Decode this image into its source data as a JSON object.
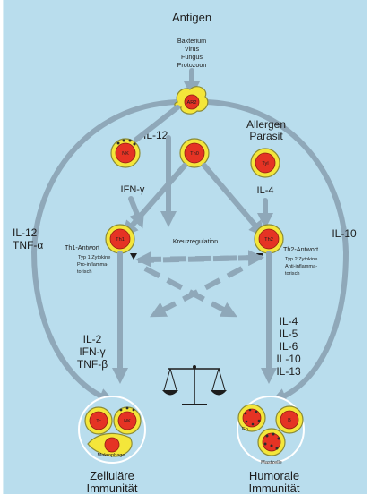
{
  "title": "Antigen",
  "sources": [
    "Bakterium",
    "Virus",
    "Fungus",
    "Protozoon"
  ],
  "top_cell": "AR2",
  "labels": {
    "il12_top": "IL-12",
    "ifn_gamma": "IFN-γ",
    "allergen": "Allergen",
    "parasit": "Parasit",
    "il4_top": "IL-4",
    "il12_left": "IL-12",
    "tnf_alpha": "TNF-α",
    "il10_right": "IL-10",
    "kreuzregulation": "Kreuzregulation",
    "th1_antwort": "Th1-Antwort",
    "th1_note": "Typ 1 Zytokine Pro-inflamma-torisch",
    "th2_antwort": "Th2-Antwort",
    "th2_note": "Typ 2 Zytokine Anti-inflamma-torisch",
    "il2": "IL-2",
    "ifn_gamma2": "IFN-γ",
    "tnf_beta": "TNF-β",
    "il4b": "IL-4",
    "il5": "IL-5",
    "il6": "IL-6",
    "il10b": "IL-10",
    "il13": "IL-13",
    "zellulaere": "Zelluläre",
    "humorale": "Humorale",
    "immunitaet": "Immunität",
    "immunitaet2": "Immunität"
  },
  "cells": {
    "nk_top": "NK",
    "th0": "Th0",
    "tyl": "Tyl",
    "th1": "Th1",
    "th2": "Th2",
    "tc": "Tc",
    "nk_bottom": "NK",
    "makrophage": "Makrophage",
    "eo": "Eo",
    "b": "B",
    "mastzelle": "Mastzelle"
  },
  "colors": {
    "panel": "#b9dded",
    "arrow": "#8fa8b9",
    "cell_ring": "#f4e63a",
    "cell_nucleus": "#e53324"
  }
}
